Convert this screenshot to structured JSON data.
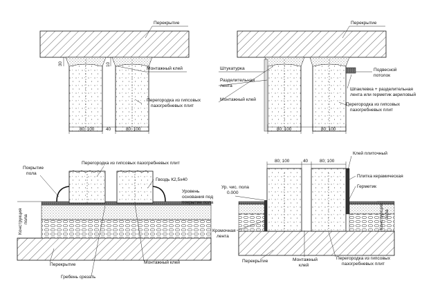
{
  "d1": {
    "slab": "Перекрытие",
    "glue": "Монтажный клей",
    "partition_l1": "Перегородка из гипсовых",
    "partition_l2": "пазогребневых плит",
    "dim_30": "30",
    "dim_10": "10",
    "dim_80_100_a": "80; 100",
    "dim_40": "40",
    "dim_80_100_b": "80; 100"
  },
  "d2": {
    "slab": "Перекрытие",
    "plaster": "Штукатурка",
    "tape_l1": "Разделительная",
    "tape_l2": "лента",
    "glue": "Монтажный клей",
    "ceiling_l1": "Подвесной",
    "ceiling_l2": "потолок",
    "putty_l1": "Шпаклевка + разделительная",
    "putty_l2": "лента или герметик акриловый",
    "partition_l1": "Перегородка из гипсовых",
    "partition_l2": "пазогребневых плит",
    "dim_a": "80; 100",
    "dim_b": "80; 100"
  },
  "d3": {
    "floor_cover_l1": "Покрытие",
    "floor_cover_l2": "пола",
    "partition": "Перегородка из гипсовых пазогребневых плит",
    "nail": "Гвоздь К2,5х40",
    "level_l1": "Уровень",
    "level_l2": "основания под",
    "level_l3": "покрытие пола",
    "floor_construction_l1": "Конструкция",
    "floor_construction_l2": "пола",
    "slab": "Перекрытие",
    "glue": "Монтажный клей",
    "cut_tongue": "Гребень срезать"
  },
  "d4": {
    "tile_glue": "Клей плиточный",
    "dim_a": "80; 100",
    "dim_40": "40",
    "dim_b": "80; 100",
    "ceramic": "Плитка керамическая",
    "sealant": "Герметик",
    "clean_floor_l1": "Ур. чис. пола",
    "clean_floor_l2": "0.000",
    "floor_construction_l1": "Конструкция",
    "floor_construction_l2": "пола",
    "edge_tape_l1": "Кромочная",
    "edge_tape_l2": "лента",
    "slab": "Перекрытие",
    "glue_l1": "Монтажный",
    "glue_l2": "клей",
    "partition_l1": "Перегородка из гипсовых",
    "partition_l2": "пазогребневых плит"
  }
}
